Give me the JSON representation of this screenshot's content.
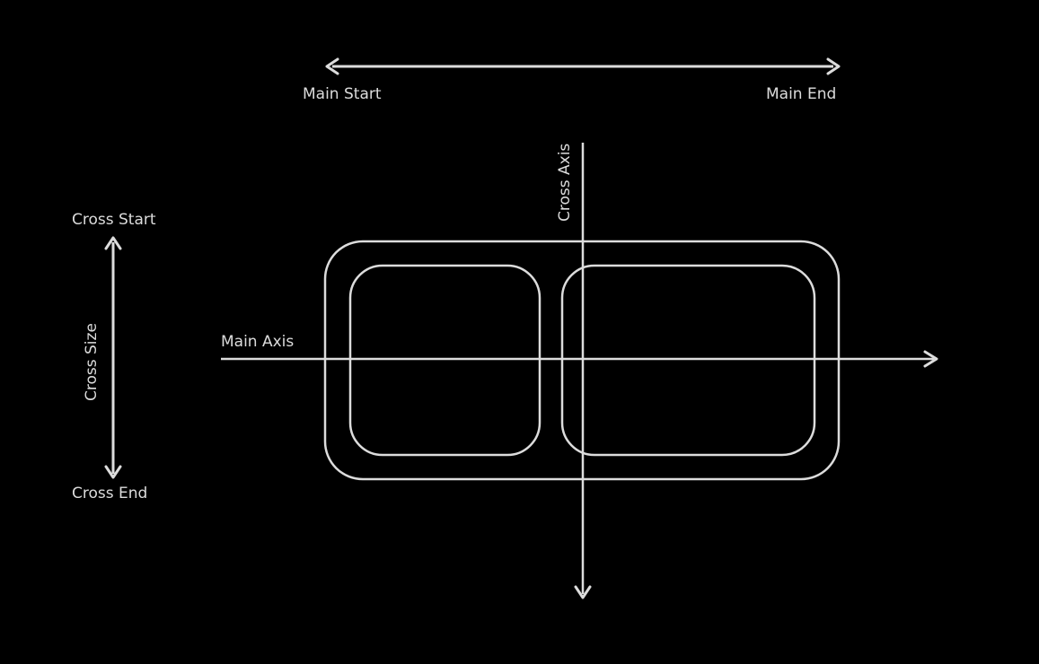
{
  "colors": {
    "background": "#000000",
    "line": "#dcdcdc",
    "text": "#dcdcdc"
  },
  "labels": {
    "main_start": "Main Start",
    "main_end": "Main End",
    "cross_start": "Cross Start",
    "cross_end": "Cross End",
    "cross_size": "Cross Size",
    "main_axis": "Main Axis",
    "cross_axis": "Cross Axis"
  }
}
